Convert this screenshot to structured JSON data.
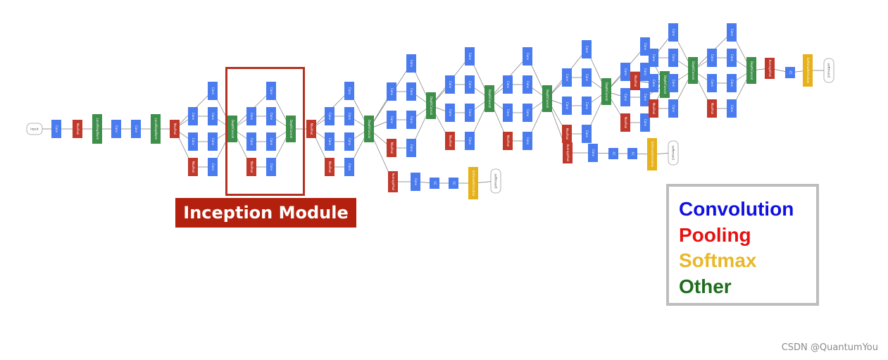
{
  "colors": {
    "convolution": "#4a7cf0",
    "pooling": "#c0392b",
    "softmax": "#e6b11a",
    "other": "#3d8f4a",
    "highlight": "#b3200e"
  },
  "highlight": {
    "label": "Inception Module"
  },
  "legend": {
    "items": [
      {
        "label": "Convolution",
        "color": "#1010e0"
      },
      {
        "label": "Pooling",
        "color": "#e81010"
      },
      {
        "label": "Softmax",
        "color": "#e8b82a"
      },
      {
        "label": "Other",
        "color": "#1d6d1d"
      }
    ]
  },
  "nodes": {
    "input": "input",
    "conv": "Conv",
    "maxpool": "MaxPool",
    "avgpool": "AveragePool",
    "localrespnorm": "LocalRespNorm",
    "depthconcat": "DepthConcat",
    "fc": "FC",
    "softmax_activation": "SoftmaxActivation",
    "softmax0": "softmax0",
    "softmax1": "softmax1",
    "softmax2": "softmax2"
  },
  "watermark": "CSDN @QuantumYou"
}
